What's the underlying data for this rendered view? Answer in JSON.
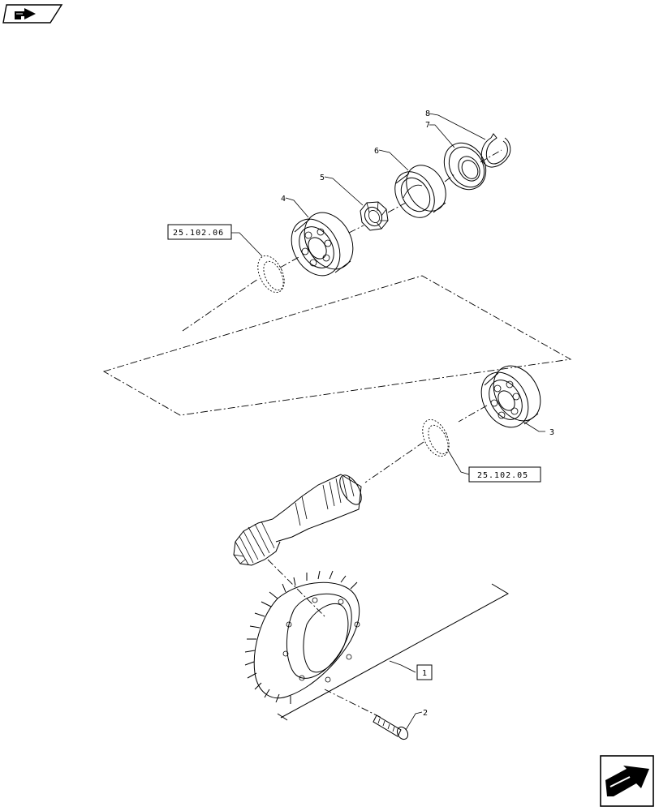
{
  "callouts": {
    "c1": "1",
    "c2": "2",
    "c3": "3",
    "c4": "4",
    "c5": "5",
    "c6": "6",
    "c7": "7",
    "c8": "8"
  },
  "references": {
    "ref_upper": "25.102.06",
    "ref_lower": "25.102.05"
  },
  "icons": {
    "top_left": "prev-page-arrow-icon",
    "bottom_right": "next-page-arrow-icon"
  }
}
